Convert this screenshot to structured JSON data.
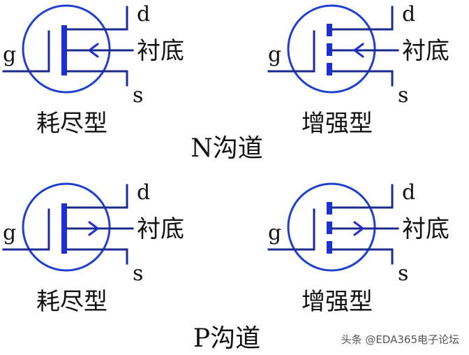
{
  "groups": [
    {
      "label": "N沟道",
      "symbols": [
        {
          "mode": "耗尽型",
          "channel_type": "continuous",
          "arrow_direction": "in",
          "gate": "g",
          "drain": "d",
          "source": "s",
          "substrate": "衬底"
        },
        {
          "mode": "增强型",
          "channel_type": "segmented",
          "arrow_direction": "in",
          "gate": "g",
          "drain": "d",
          "source": "s",
          "substrate": "衬底"
        }
      ]
    },
    {
      "label": "P沟道",
      "symbols": [
        {
          "mode": "耗尽型",
          "channel_type": "continuous",
          "arrow_direction": "out",
          "gate": "g",
          "drain": "d",
          "source": "s",
          "substrate": "衬底"
        },
        {
          "mode": "增强型",
          "channel_type": "segmented",
          "arrow_direction": "out",
          "gate": "g",
          "drain": "d",
          "source": "s",
          "substrate": "衬底"
        }
      ]
    }
  ],
  "colors": {
    "lead": "#1b2a8c",
    "circle": "#1e3fd0",
    "channel": "#1e2fd6",
    "text": "#111111",
    "watermark": "#555555"
  },
  "watermark": "头条 @EDA365电子论坛"
}
